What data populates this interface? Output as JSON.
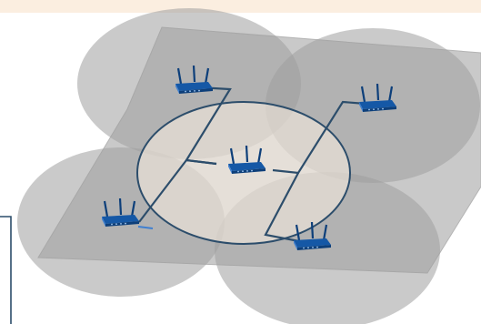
{
  "diagram": {
    "colors": {
      "top_band": "#fbeee0",
      "floor": "#c9c9c9",
      "floor_edge": "#b4b4b4",
      "coverage": "#9e9e9e",
      "center_coverage": "#fbf0e4",
      "ring_stroke": "#2c4d6b",
      "cable": "#2c4d6b",
      "router_body": "#1558a6",
      "router_dark": "#0d3f7a",
      "router_light": "#3f7fd0",
      "side_frame": "#2c4d6b"
    },
    "routers": [
      {
        "id": "top-left",
        "icon": "wireless-router-icon"
      },
      {
        "id": "top-right",
        "icon": "wireless-router-icon"
      },
      {
        "id": "center",
        "icon": "wireless-router-icon"
      },
      {
        "id": "bottom-left",
        "icon": "wireless-router-icon"
      },
      {
        "id": "bottom-right",
        "icon": "wireless-router-icon"
      }
    ],
    "coverage_areas": [
      "top-left",
      "top-right",
      "bottom-left",
      "bottom-right",
      "center"
    ],
    "connections": [
      {
        "from": "center",
        "to": "top-left"
      },
      {
        "from": "center",
        "to": "top-right"
      },
      {
        "from": "center",
        "to": "bottom-left"
      },
      {
        "from": "center",
        "to": "bottom-right"
      }
    ]
  }
}
